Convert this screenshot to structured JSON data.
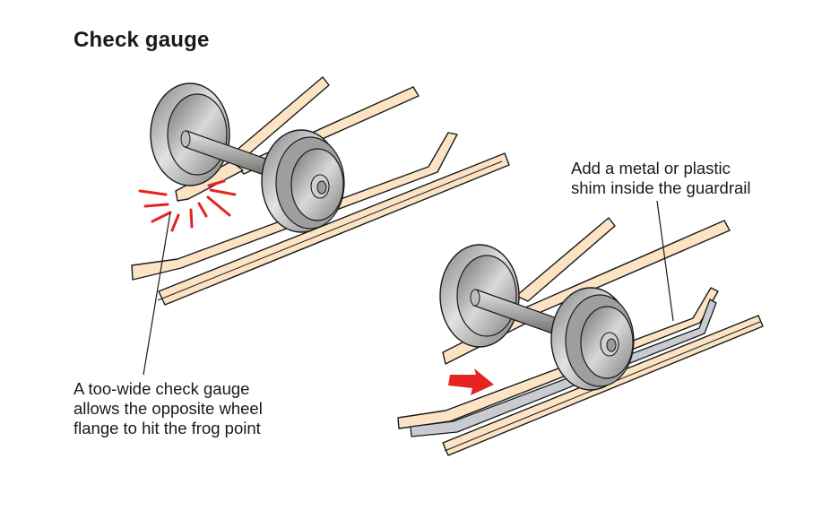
{
  "title": "Check gauge",
  "captions": {
    "left": [
      "A too-wide check gauge",
      "allows the opposite wheel",
      "flange to hit the frog point"
    ],
    "right": [
      "Add a metal or plastic",
      "shim inside the guardrail"
    ]
  },
  "colors": {
    "wood": "#fbe3c4",
    "outline": "#1a1a1a",
    "wheel_dark": "#8d8d8d",
    "wheel_light": "#dadada",
    "shim": "#c8cbcf",
    "impact": "#e52421",
    "arrow": "#e52421"
  }
}
